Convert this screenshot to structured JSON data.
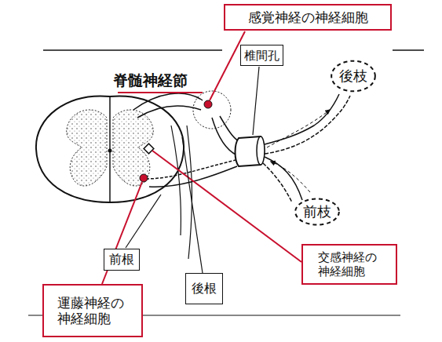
{
  "diagram": {
    "nodes": [
      {
        "text": [
          "感覚神経の神経細胞"
        ]
      },
      {
        "text": [
          "椎間孔"
        ]
      },
      {
        "text": [
          "後枝"
        ]
      },
      {
        "text": [
          "前枝"
        ]
      },
      {
        "text": [
          "交感神経の 神経細胞"
        ]
      },
      {
        "text": [
          "前根"
        ]
      },
      {
        "text": [
          "後根"
        ]
      },
      {
        "text": [
          "運藤神経の 神経細胞"
        ]
      }
    ],
    "labels": [
      "脊髄神経節"
    ]
  }
}
